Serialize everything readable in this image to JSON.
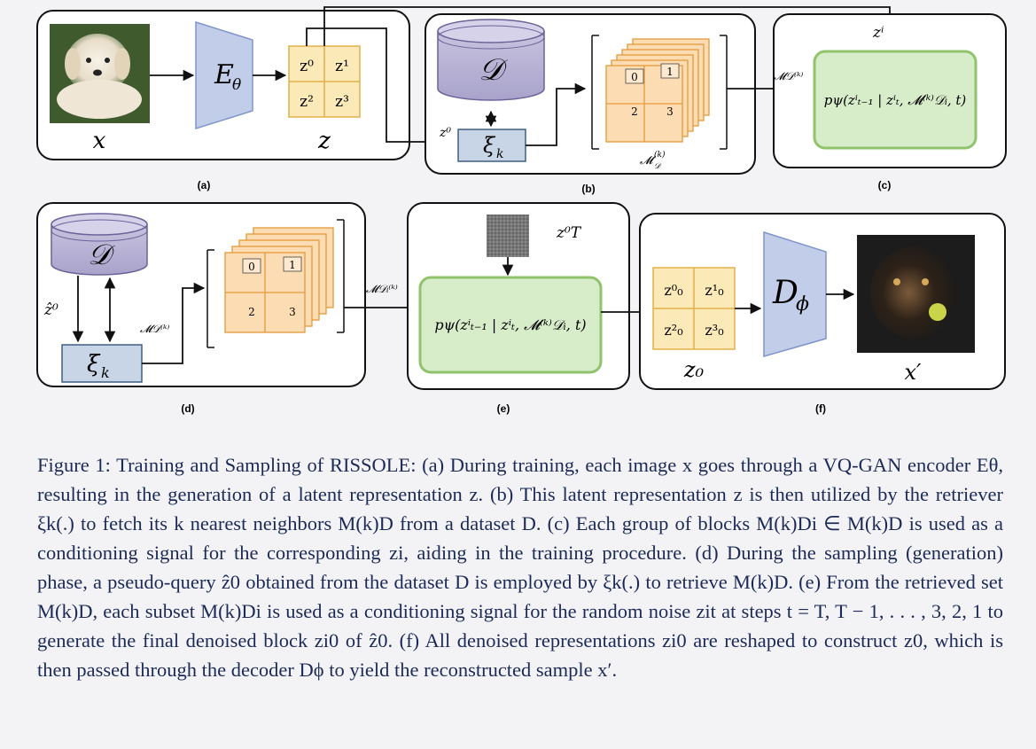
{
  "figure": {
    "panels": {
      "a": {
        "label": "(a)",
        "image_label": "x",
        "encoder": "E",
        "encoder_sub": "θ",
        "latent_label": "z",
        "grid": [
          "z⁰",
          "z¹",
          "z²",
          "z³"
        ]
      },
      "b": {
        "label": "(b)",
        "db": "𝒟",
        "retriever": "ξ",
        "retriever_sub": "k",
        "input_label": "z⁰",
        "memory_label": "𝓜",
        "memory_sup": "(k)",
        "memory_sub": "𝒟",
        "block_nums": [
          "0",
          "1",
          "2",
          "3"
        ]
      },
      "c": {
        "label": "(c)",
        "top_label": "zⁱ",
        "memory_in": "𝓜𝒟⁽ᵏ⁾",
        "model": "pψ(zⁱₜ₋₁ | zⁱₜ, 𝓜⁽ᵏ⁾𝒟ᵢ, t)"
      },
      "d": {
        "label": "(d)",
        "db": "𝒟",
        "retriever": "ξ",
        "retriever_sub": "k",
        "query_label": "ẑ⁰",
        "memory_label": "𝓜𝒟⁽ᵏ⁾",
        "memory_out": "𝓜𝒟ᵢ⁽ᵏ⁾",
        "block_nums": [
          "0",
          "1",
          "2",
          "3"
        ]
      },
      "e": {
        "label": "(e)",
        "noise_label": "z⁰T",
        "model": "pψ(zⁱₜ₋₁ | zⁱₜ, 𝓜⁽ᵏ⁾𝒟ᵢ, t)"
      },
      "f": {
        "label": "(f)",
        "grid": [
          "z⁰₀",
          "z¹₀",
          "z²₀",
          "z³₀"
        ],
        "latent_label": "z₀",
        "decoder": "D",
        "decoder_sub": "ϕ",
        "image_label": "x′"
      }
    }
  },
  "caption": {
    "text": "Figure 1: Training and Sampling of RISSOLE: (a) During training, each image x goes through a VQ-GAN encoder Eθ, resulting in the generation of a latent representation z. (b) This latent representation z is then utilized by the retriever ξk(.) to fetch its k nearest neighbors M(k)D from a dataset D. (c) Each group of blocks M(k)Di ∈ M(k)D is used as a conditioning signal for the corresponding zi, aiding in the training procedure. (d) During the sampling (generation) phase, a pseudo-query ẑ0 obtained from the dataset D is employed by ξk(.) to retrieve M(k)D. (e) From the retrieved set M(k)D, each subset M(k)Di is used as a conditioning signal for the random noise zit at steps t = T, T − 1, . . . , 3, 2, 1 to generate the final denoised block zi0 of ẑ0. (f) All denoised representations zi0 are reshaped to construct z0, which is then passed through the decoder Dϕ to yield the reconstructed sample x′."
  }
}
